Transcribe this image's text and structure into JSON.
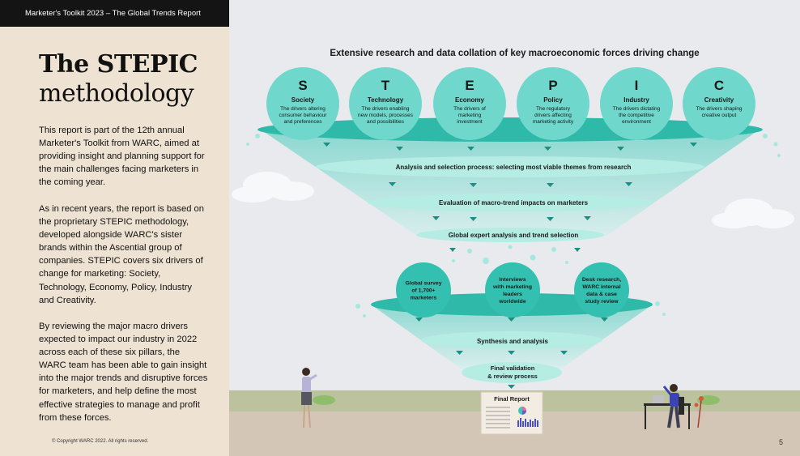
{
  "header": {
    "report_label": "Marketer's Toolkit 2023 – The Global Trends Report"
  },
  "intro": {
    "title_bold": "The STEPIC",
    "title_regular": "methodology",
    "paragraphs": [
      "This report is part of the 12th annual Marketer's Toolkit from WARC, aimed at providing insight and planning support for the main challenges facing marketers in the coming year.",
      "As in recent years, the report is based on the proprietary STEPIC methodology, developed alongside WARC's sister brands within the Ascential group of companies. STEPIC covers six drivers of change for marketing: Society, Technology, Economy, Policy, Industry and Creativity.",
      "By reviewing the major macro drivers expected to impact our industry in 2022 across each of these six pillars, the WARC team has been able to gain insight into the major trends and disruptive forces for marketers, and help define the most effective strategies to manage and profit from these forces."
    ]
  },
  "footer": {
    "copyright": "© Copyright WARC 2022. All rights reserved.",
    "page_number": "5"
  },
  "diagram": {
    "headline": "Extensive research and data collation of key macroeconomic forces driving change",
    "pillars": [
      {
        "letter": "S",
        "name": "Society",
        "desc": [
          "The drivers altering",
          "consumer behaviour",
          "and preferences"
        ]
      },
      {
        "letter": "T",
        "name": "Technology",
        "desc": [
          "The drivers enabling",
          "new models, processes",
          "and possibilities"
        ]
      },
      {
        "letter": "E",
        "name": "Economy",
        "desc": [
          "The drivers of",
          "marketing",
          "investment"
        ]
      },
      {
        "letter": "P",
        "name": "Policy",
        "desc": [
          "The regulatory",
          "drivers affecting",
          "marketing activity"
        ]
      },
      {
        "letter": "I",
        "name": "Industry",
        "desc": [
          "The drivers dictating",
          "the competitive",
          "environment"
        ]
      },
      {
        "letter": "C",
        "name": "Creativity",
        "desc": [
          "The drivers shaping",
          "creative output"
        ]
      }
    ],
    "funnel1_steps": [
      "Analysis and selection process: selecting most viable themes from research",
      "Evaluation of macro-trend impacts on marketers",
      "Global expert analysis and trend selection"
    ],
    "sources": [
      [
        "Global survey",
        "of 1,700+",
        "marketers"
      ],
      [
        "Interviews",
        "with marketing",
        "leaders",
        "worldwide"
      ],
      [
        "Desk research,",
        "WARC internal",
        "data & case",
        "study review"
      ]
    ],
    "funnel2_steps": [
      "Synthesis and analysis"
    ],
    "final_step": [
      "Final validation",
      "& review process"
    ],
    "final_report_label": "Final Report"
  },
  "colors": {
    "teal": "#3cc7b8",
    "teal_dark": "#149a8c",
    "teal_light": "#a6e8df",
    "sidebar_bg": "#eee3d3"
  }
}
